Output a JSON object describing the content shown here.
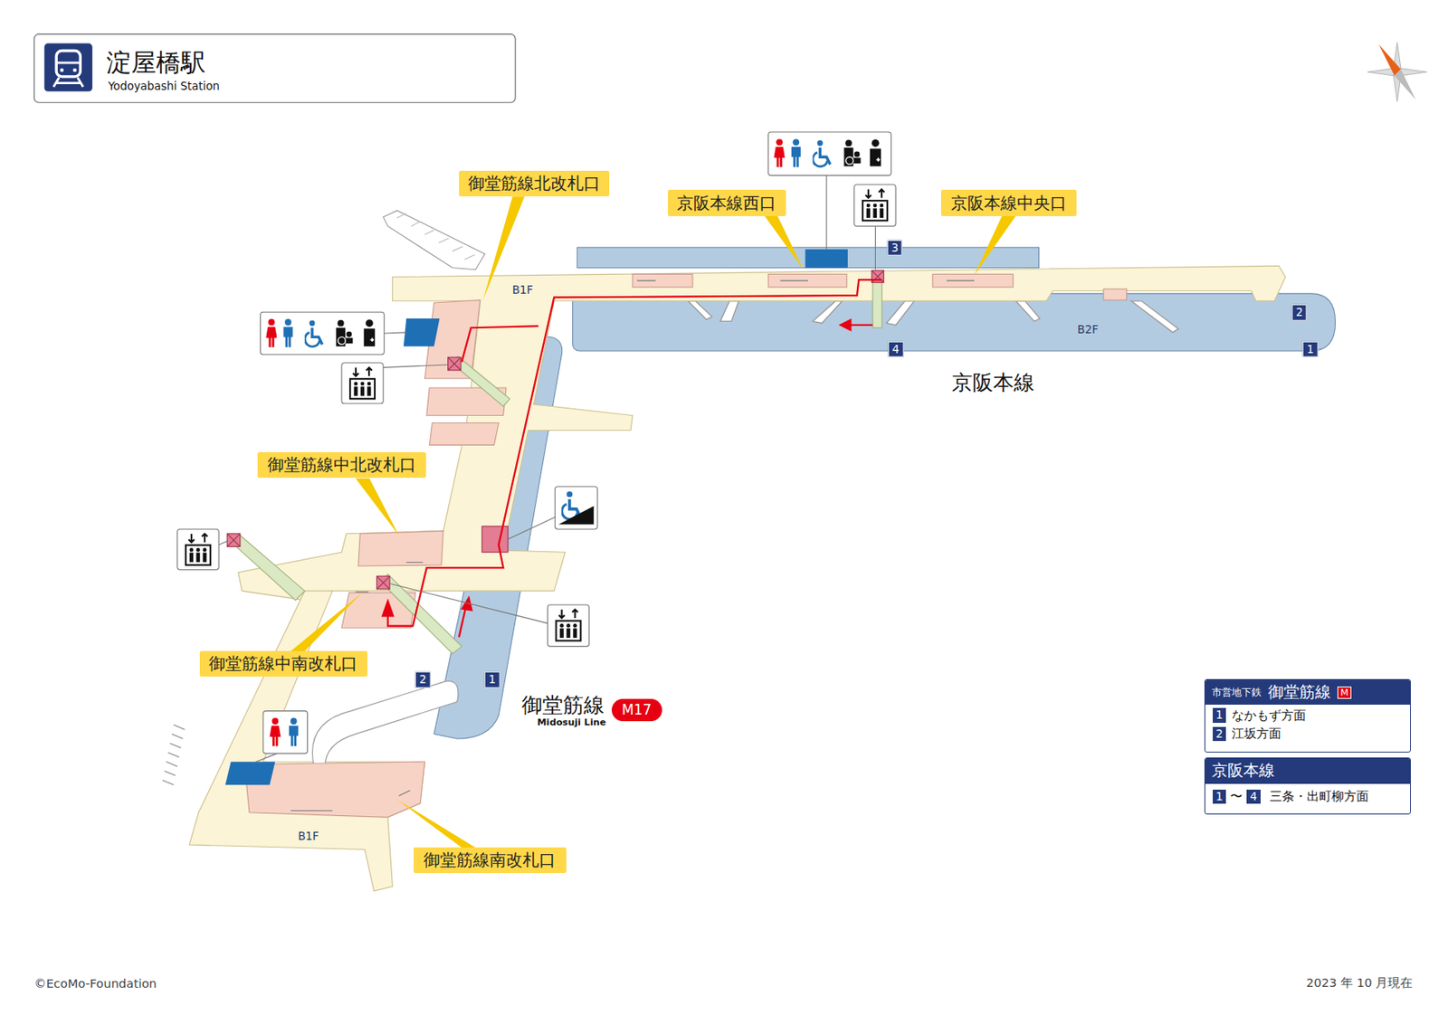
{
  "diagram": {
    "title": "淀屋橋駅",
    "nodes": [
      {
        "text": [
          "御堂筋線北改札口"
        ]
      },
      {
        "text": [
          "京阪本線西口"
        ]
      },
      {
        "text": [
          "京阪本線中央口"
        ]
      },
      {
        "text": [
          "御堂筋線中北改札口"
        ]
      },
      {
        "text": [
          "御堂筋線中南改札口"
        ]
      },
      {
        "text": [
          "御堂筋線南改札口"
        ]
      },
      {
        "text": [
          "M17"
        ]
      },
      {
        "text": [
          "市営地下鉄",
          "御堂筋線",
          "M",
          "1",
          "なかもず方面",
          "2",
          "江坂方面"
        ]
      },
      {
        "text": [
          "京阪本線",
          "1",
          "〜",
          "4",
          "三条・出町柳方面"
        ]
      }
    ],
    "labels": [
      "Yodoyabashi Station",
      "B1F",
      "B1F",
      "B2F",
      "京阪本線",
      "御堂筋線",
      "Midosuji Line",
      "3",
      "2",
      "4",
      "1",
      "2",
      "1",
      "©EcoMo-Foundation",
      "2023 年 10 月現在"
    ]
  }
}
